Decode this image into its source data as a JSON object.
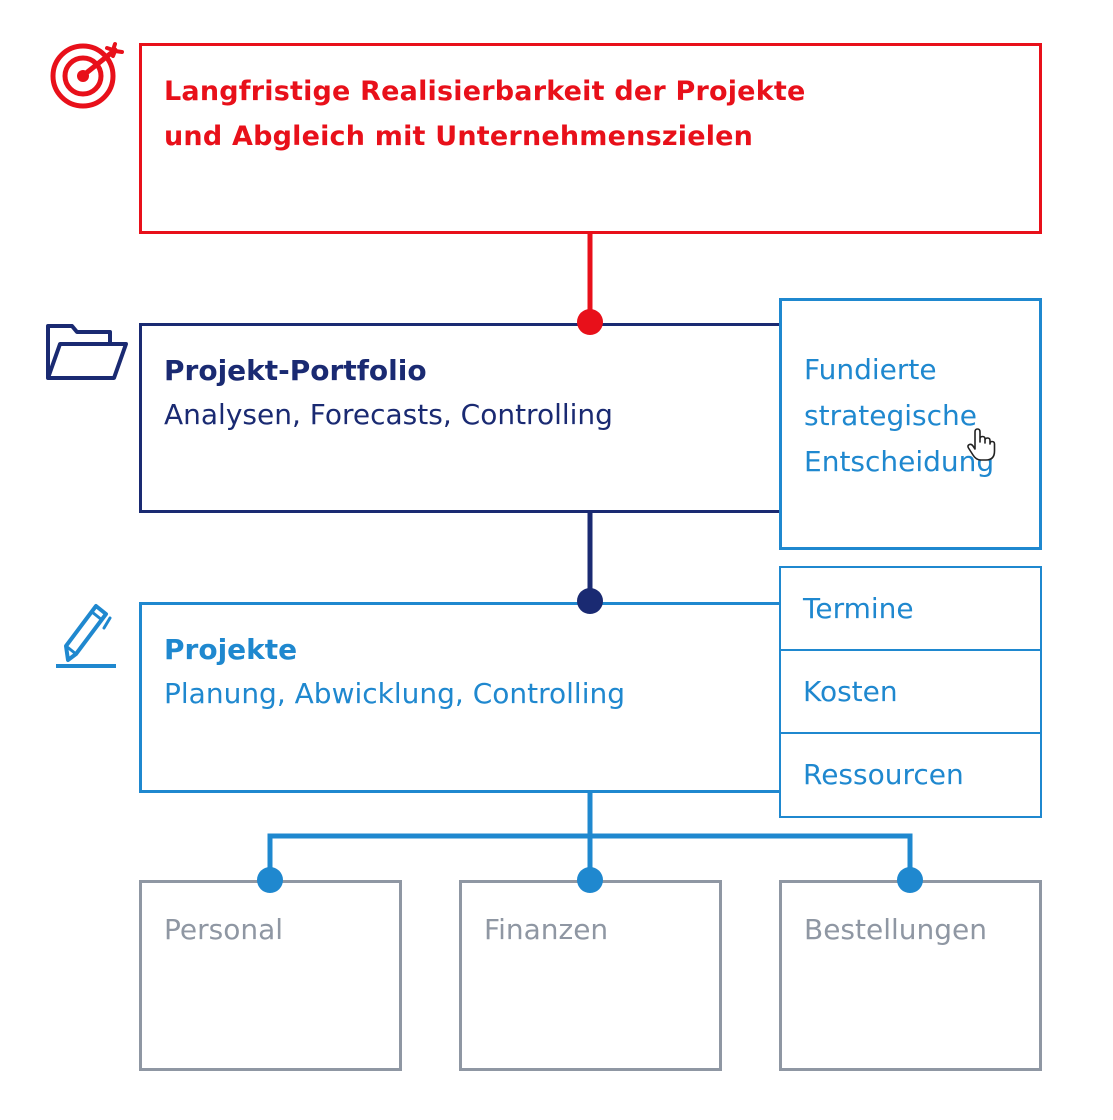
{
  "goal": {
    "line1": "Langfristige Realisierbarkeit der Projekte",
    "line2": "und Abgleich mit Unternehmenszielen",
    "icon": "target-icon",
    "color": "#e8101a"
  },
  "portfolio": {
    "title": "Projekt-Portfolio",
    "subtitle": "Analysen, Forecasts, Controlling",
    "icon": "folder-icon",
    "color": "#1a2a72"
  },
  "strategic": {
    "lines": [
      "Fundierte",
      "strategische",
      "Entscheidung"
    ],
    "color": "#1f88cf"
  },
  "projects": {
    "title": "Projekte",
    "subtitle": "Planung, Abwicklung, Controlling",
    "icon": "pencil-icon",
    "color": "#1f88cf"
  },
  "attributes": [
    "Termine",
    "Kosten",
    "Ressourcen"
  ],
  "bottom": [
    "Personal",
    "Finanzen",
    "Bestellungen"
  ],
  "colors": {
    "bottom_border": "#8f97a3"
  }
}
